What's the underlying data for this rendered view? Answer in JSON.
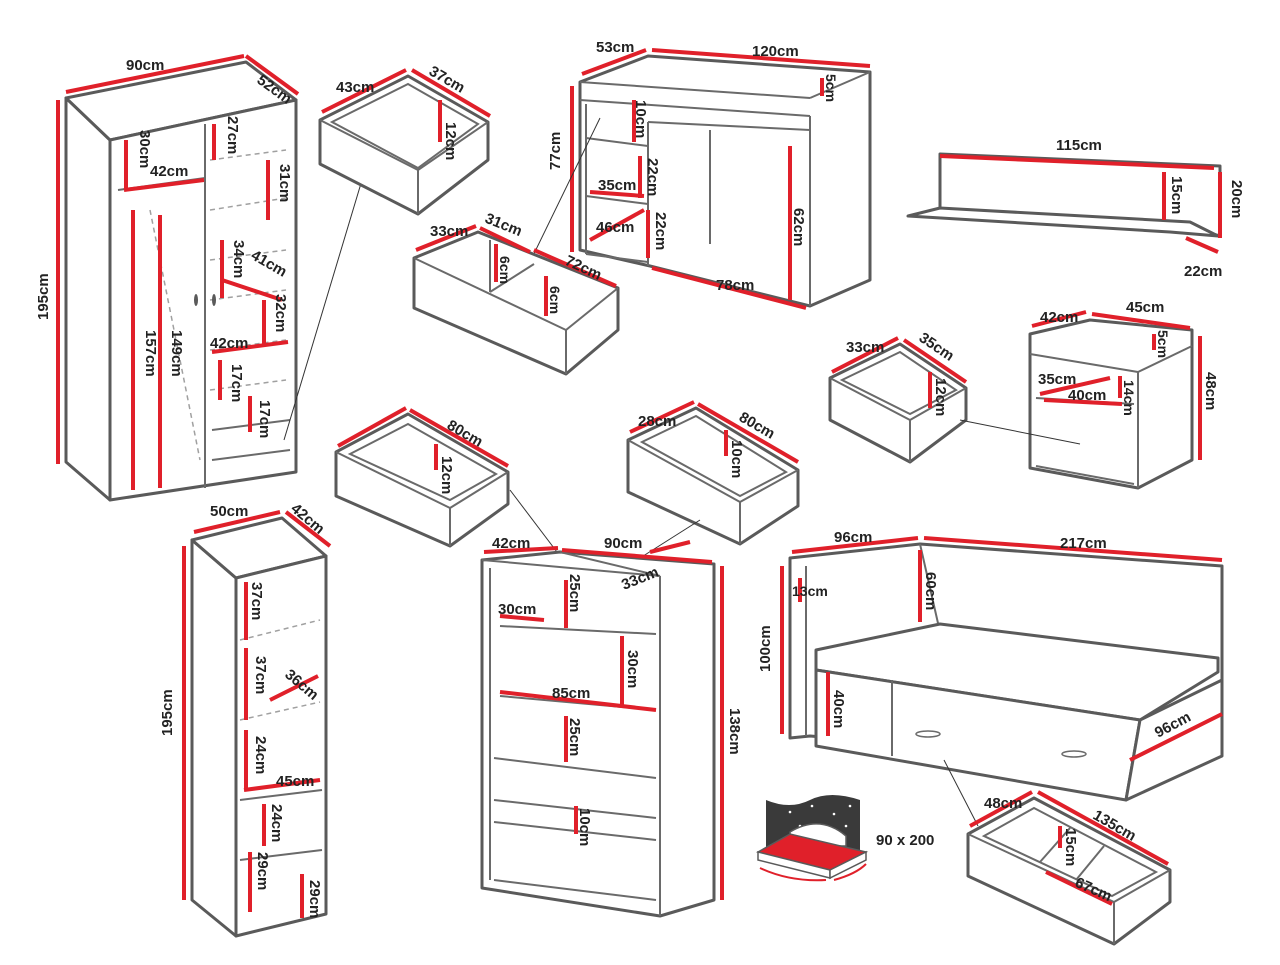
{
  "colors": {
    "outline": "#5a5a5a",
    "dashed": "#9a9a9a",
    "dimension": "#e0202a",
    "text": "#222222",
    "mattress_red": "#e0202a",
    "night_sky": "#3a3a3a"
  },
  "wardrobe": {
    "width": "90cm",
    "depth": "52cm",
    "height": "195cm",
    "d1": "30cm",
    "d2": "42cm",
    "d3": "27cm",
    "d4": "31cm",
    "d5": "34cm",
    "d6": "41cm",
    "d7": "32cm",
    "d8": "157cm",
    "d9": "149cm",
    "d10": "42cm",
    "d11": "17cm",
    "d12": "17cm"
  },
  "drawer_small_a": {
    "w": "43cm",
    "d": "37cm",
    "h": "12cm"
  },
  "desk": {
    "depth": "53cm",
    "width": "120cm",
    "top_lip": "5cm",
    "h10": "10cm",
    "height": "77cm",
    "drawer_h1": "22cm",
    "drawer_w1": "35cm",
    "drawer_w2": "46cm",
    "drawer_h2": "22cm",
    "knee": "62cm",
    "span": "78cm"
  },
  "desk_drawer": {
    "a": "33cm",
    "b": "31cm",
    "c": "72cm",
    "h1": "6cm",
    "h2": "6cm"
  },
  "shelf": {
    "width": "115cm",
    "height": "20cm",
    "depth": "22cm",
    "inner": "15cm"
  },
  "drawer_small_b": {
    "w": "33cm",
    "d": "35cm",
    "h": "12cm"
  },
  "nightstand": {
    "depth": "42cm",
    "width": "45cm",
    "lip": "5cm",
    "height": "48cm",
    "inner_w": "35cm",
    "drawer_w": "40cm",
    "drawer_h": "14cm"
  },
  "drawer_80a": {
    "w": "80cm",
    "h": "12cm"
  },
  "drawer_80b": {
    "d": "28cm",
    "w": "80cm",
    "h": "10cm"
  },
  "bookcase_tall": {
    "width": "50cm",
    "depth": "42cm",
    "height": "195cm",
    "s1": "37cm",
    "s2": "37cm",
    "s3": "36cm",
    "s4": "24cm",
    "s5": "45cm",
    "s6": "24cm",
    "s7": "29cm",
    "s8": "29cm"
  },
  "dresser": {
    "depth": "42cm",
    "width": "90cm",
    "inner_d": "33cm",
    "top": "25cm",
    "shelf_d": "30cm",
    "gap": "30cm",
    "shelf_w": "85cm",
    "mid": "25cm",
    "drawer": "10cm",
    "height": "138cm"
  },
  "bed": {
    "head_w": "96cm",
    "length": "217cm",
    "back_h": "60cm",
    "head_h": "100cm",
    "lip": "13cm",
    "frame_h": "40cm",
    "side_w": "96cm"
  },
  "mattress": {
    "size": "90 x 200"
  },
  "bed_drawer": {
    "d": "48cm",
    "w": "135cm",
    "h": "15cm",
    "inner": "67cm"
  }
}
